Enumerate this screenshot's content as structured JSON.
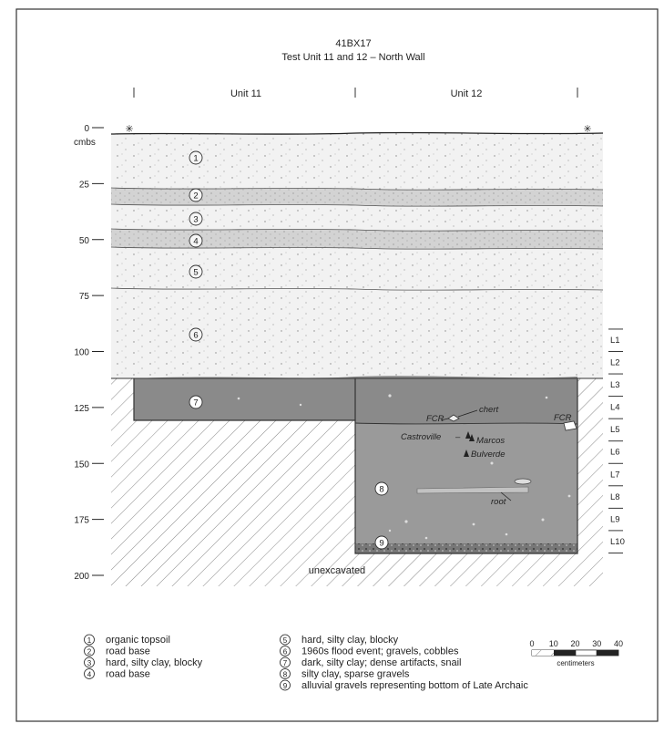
{
  "header": {
    "site": "41BX17",
    "subtitle": "Test Unit 11 and 12 – North Wall"
  },
  "units": [
    "Unit 11",
    "Unit 12"
  ],
  "depth_axis": {
    "unit_label": "cmbs",
    "ticks": [
      "0",
      "25",
      "50",
      "75",
      "100",
      "125",
      "150",
      "175",
      "200"
    ]
  },
  "levels": [
    "L1",
    "L2",
    "L3",
    "L4",
    "L5",
    "L6",
    "L7",
    "L8",
    "L9",
    "L10"
  ],
  "layer_numbers": [
    "1",
    "2",
    "3",
    "4",
    "5",
    "6",
    "7",
    "8",
    "9"
  ],
  "annotations": {
    "chert": "chert",
    "fcr_left": "FCR",
    "fcr_right": "FCR",
    "castroville": "Castroville",
    "marcos": "Marcos",
    "bulverde": "Bulverde",
    "root": "root",
    "unexcavated": "unexcavated"
  },
  "legend": [
    {
      "num": "1",
      "text": "organic topsoil"
    },
    {
      "num": "2",
      "text": "road base"
    },
    {
      "num": "3",
      "text": "hard, silty clay, blocky"
    },
    {
      "num": "4",
      "text": "road base"
    },
    {
      "num": "5",
      "text": "hard, silty clay, blocky"
    },
    {
      "num": "6",
      "text": "1960s flood event; gravels, cobbles"
    },
    {
      "num": "7",
      "text": "dark, silty clay; dense artifacts, snail"
    },
    {
      "num": "8",
      "text": "silty clay, sparse gravels"
    },
    {
      "num": "9",
      "text": "alluvial gravels representing bottom of Late Archaic"
    }
  ],
  "scale": {
    "ticks": [
      "0",
      "10",
      "20",
      "30",
      "40"
    ],
    "unit": "centimeters"
  },
  "colors": {
    "light_fill": "#f0f0f0",
    "gravel_fill": "#d2d2d2",
    "dark_fill": "#8a8a8a",
    "ink": "#222222"
  }
}
